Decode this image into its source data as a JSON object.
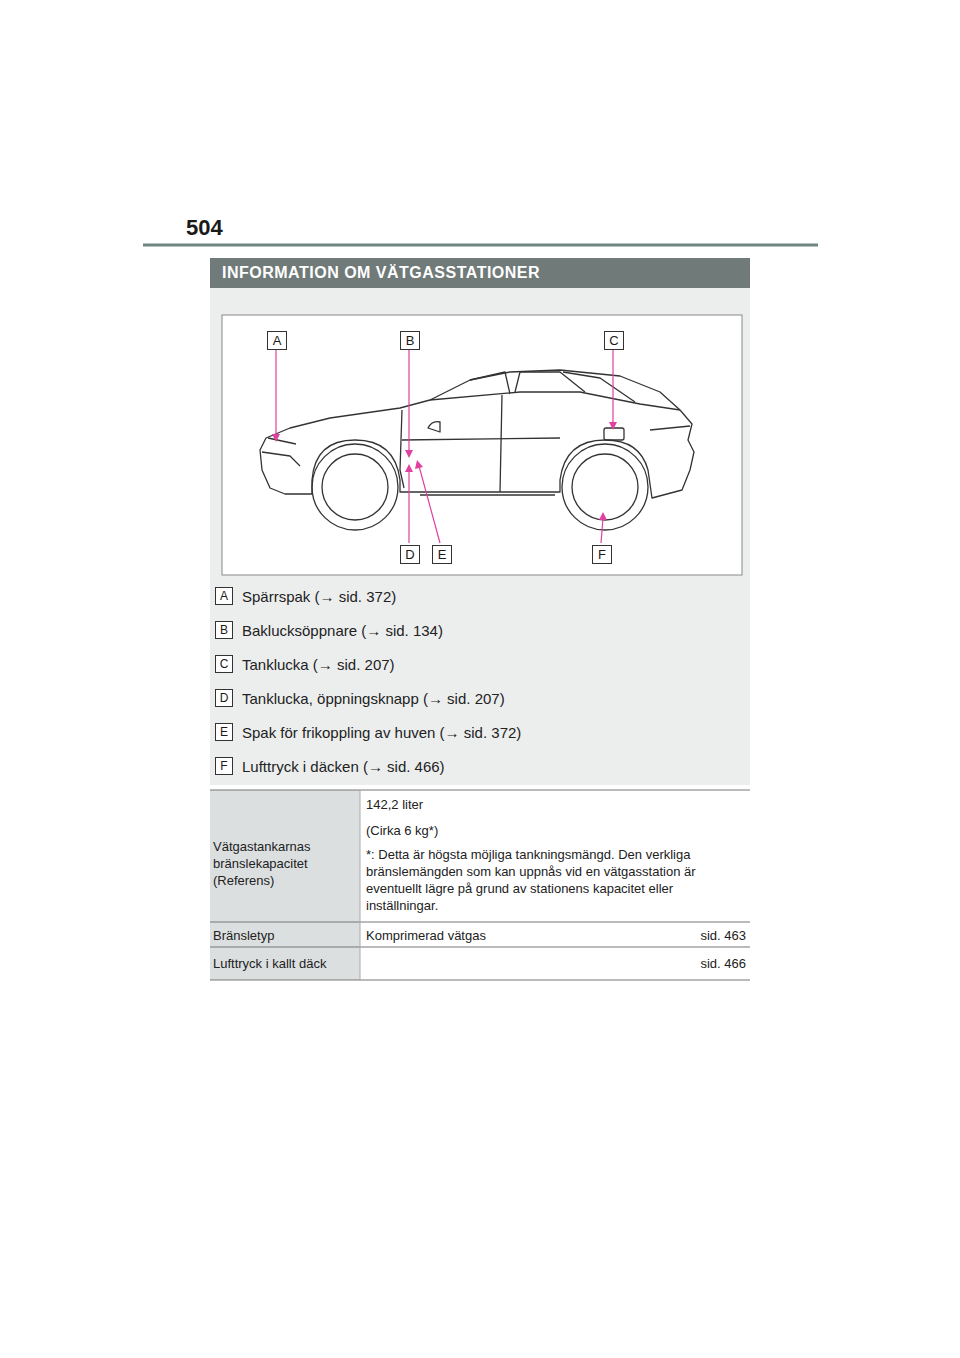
{
  "diagram": {
    "title": "INFORMATION OM VÄTGASSTATIONER",
    "labels": [
      "504",
      "A",
      "B",
      "C",
      "D",
      "E",
      "F",
      "A",
      "Spärrspak (→ sid. 372)",
      "B",
      "Baklucksöppnare (→ sid. 134)",
      "C",
      "Tanklucka (→ sid. 207)",
      "D",
      "Tanklucka, öppningsknapp (→ sid. 207)",
      "E",
      "Spak för frikoppling av huven (→ sid. 372)",
      "F",
      "Lufttryck i däcken (→ sid. 466)",
      "Vätgastankarnas bränslekapacitet (Referens)",
      "142,2 liter",
      "(Cirka 6 kg*)",
      "*: Detta är högsta möjliga tankningsmängd. Den verkliga bränslemängden som kan uppnås vid en vätgasstation är eventuellt lägre på grund av stationens kapacitet eller inställningar.",
      "Bränsletyp",
      "Komprimerad vätgas",
      "sid. 463",
      "Lufttryck i kallt däck",
      "sid. 466"
    ]
  }
}
